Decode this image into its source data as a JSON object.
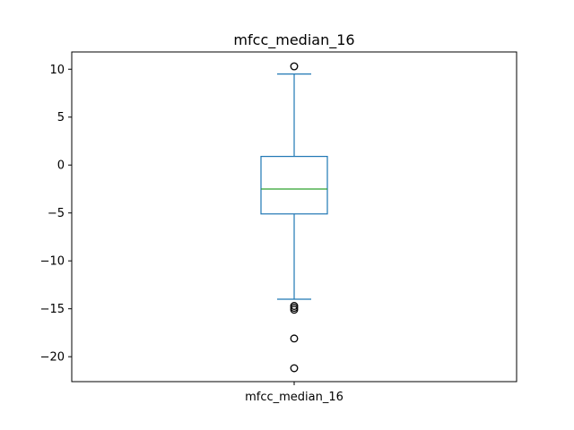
{
  "chart_data": {
    "type": "boxplot",
    "title": "mfcc_median_16",
    "categories": [
      "mfcc_median_16"
    ],
    "series": [
      {
        "name": "mfcc_median_16",
        "whisker_low": -14.0,
        "q1": -5.1,
        "median": -2.5,
        "q3": 0.9,
        "whisker_high": 9.5,
        "outliers": [
          10.3,
          -14.7,
          -14.9,
          -15.1,
          -18.1,
          -21.2
        ]
      }
    ],
    "yticks": [
      10,
      5,
      0,
      -5,
      -10,
      -15,
      -20
    ],
    "ytick_labels": [
      "10",
      "5",
      "0",
      "−5",
      "−10",
      "−15",
      "−20"
    ],
    "ylim": [
      -22.6,
      11.8
    ],
    "grid": false,
    "colors": {
      "box": "#1f77b4",
      "median": "#2ca02c",
      "outlier": "#000000"
    }
  }
}
